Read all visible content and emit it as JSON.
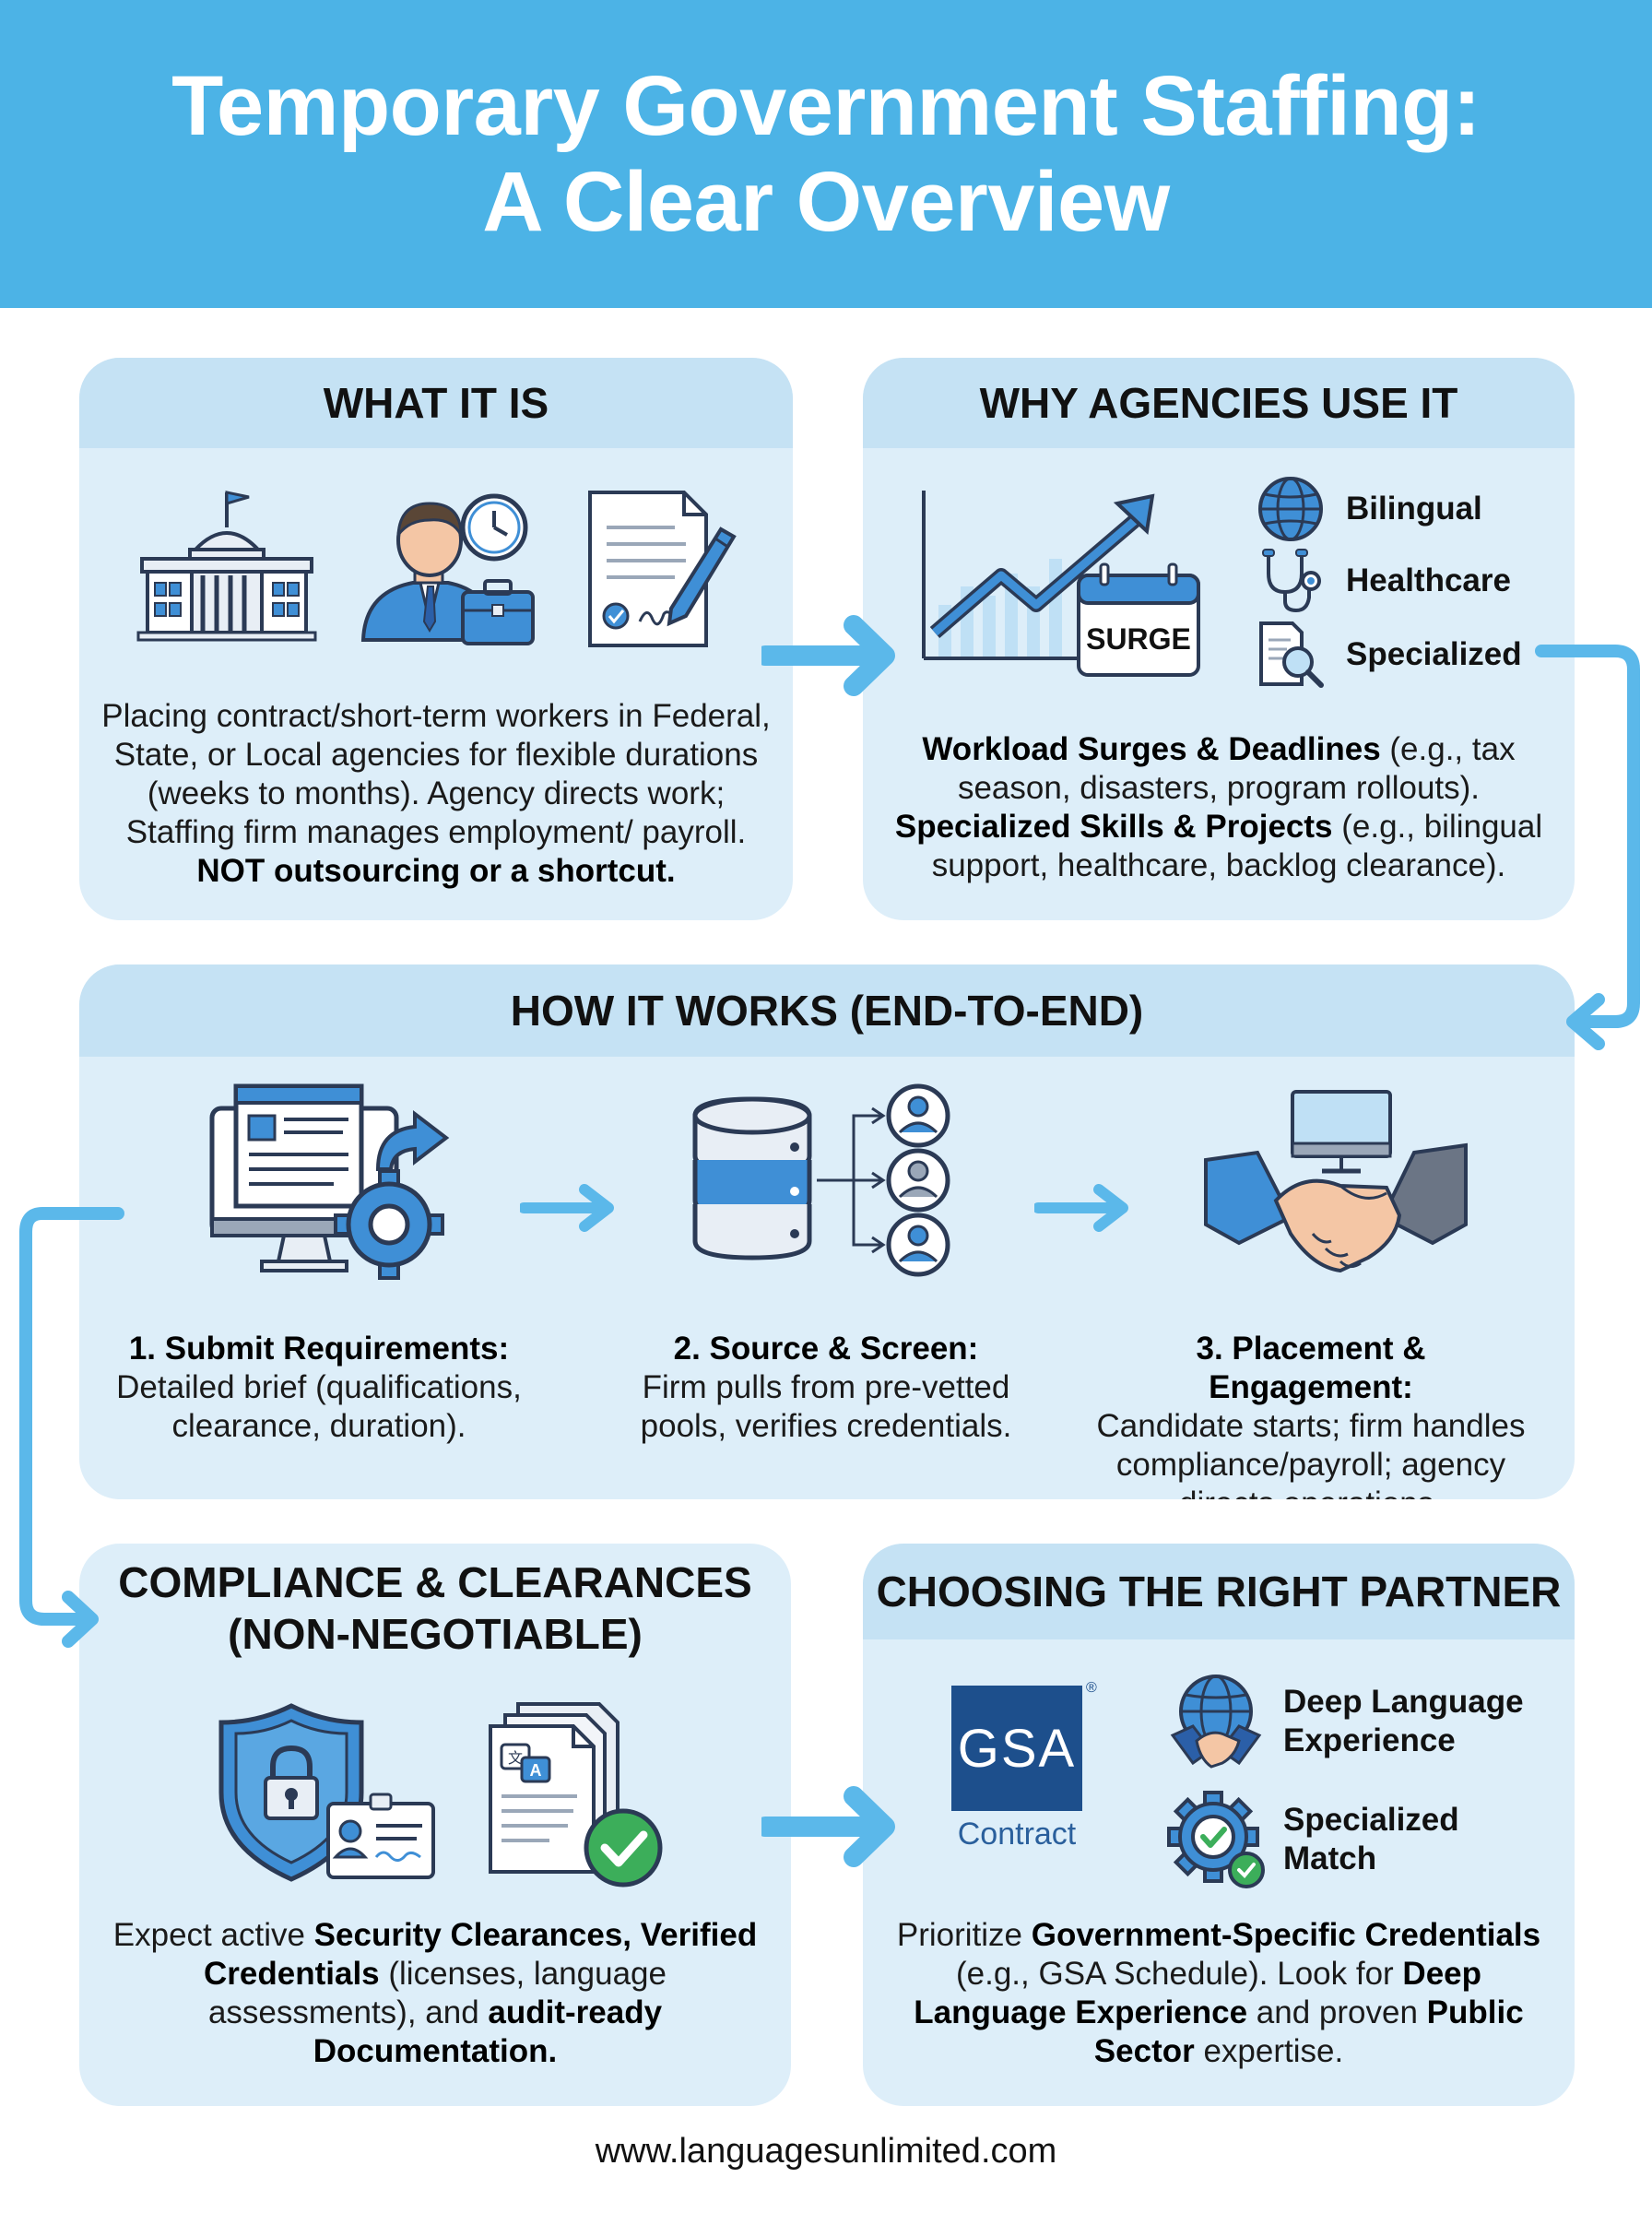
{
  "header": {
    "title_line1": "Temporary Government Staffing:",
    "title_line2": "A Clear Overview"
  },
  "what_it_is": {
    "heading": "WHAT IT IS",
    "text": "Placing contract/short-term workers in Federal, State, or Local agencies for flexible durations (weeks to months). Agency directs work; Staffing firm manages employment/ payroll. ",
    "text_bold": "NOT outsourcing or a shortcut."
  },
  "why_agencies": {
    "heading": "WHY AGENCIES USE IT",
    "surge_label": "SURGE",
    "list": [
      {
        "icon": "globe-icon",
        "label": "Bilingual"
      },
      {
        "icon": "stethoscope-icon",
        "label": "Healthcare"
      },
      {
        "icon": "magnifier-document-icon",
        "label": "Specialized"
      }
    ],
    "p1_bold": "Workload Surges & Deadlines",
    "p1_text": " (e.g., tax season, disasters, program rollouts).",
    "p2_bold": "Specialized Skills & Projects",
    "p2_text": " (e.g., bilingual support, healthcare, backlog clearance)."
  },
  "how_it_works": {
    "heading": "HOW IT WORKS (END-TO-END)",
    "steps": [
      {
        "title": "1. Submit Requirements:",
        "text": "Detailed brief (qualifications, clearance, duration)."
      },
      {
        "title": "2. Source & Screen:",
        "text": "Firm pulls from pre-vetted pools, verifies credentials."
      },
      {
        "title": "3. Placement & Engagement:",
        "text": "Candidate starts; firm handles compliance/payroll; agency directs operations."
      }
    ]
  },
  "compliance": {
    "heading_line1": "COMPLIANCE & CLEARANCES",
    "heading_line2": "(NON-NEGOTIABLE)",
    "t1": "Expect active ",
    "b1": "Security Clearances, Verified Credentials",
    "t2": " (licenses, language assessments), and ",
    "b2": "audit-ready Documentation."
  },
  "partner": {
    "heading": "CHOOSING THE RIGHT PARTNER",
    "gsa_logo_text": "GSA",
    "gsa_registered": "®",
    "gsa_contract": "Contract",
    "list": [
      {
        "icon": "globe-handshake-icon",
        "label_line1": "Deep Language",
        "label_line2": "Experience"
      },
      {
        "icon": "gear-check-icon",
        "label_line1": "Specialized",
        "label_line2": "Match"
      }
    ],
    "t1": "Prioritize ",
    "b1": "Government-Specific Credentials",
    "t2": " (e.g., GSA Schedule). Look for ",
    "b2": "Deep Language Experience",
    "t3": " and proven ",
    "b3": "Public Sector",
    "t4": " expertise."
  },
  "footer": {
    "url": "www.languagesunlimited.com"
  },
  "colors": {
    "header_bg": "#4cb3e6",
    "card_bg": "#ddeef9",
    "card_head_bg": "#c5e2f4",
    "arrow": "#5bb8ea",
    "icon_blue": "#3f8fd6",
    "icon_dark": "#2b3a55"
  }
}
